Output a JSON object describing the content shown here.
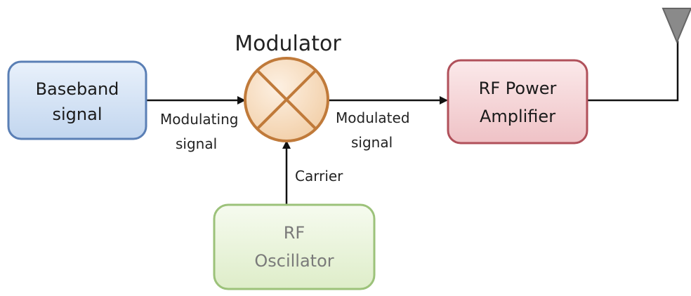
{
  "modulator": {
    "title": "Modulator"
  },
  "blocks": {
    "baseband": {
      "line1": "Baseband",
      "line2": "signal"
    },
    "rf_amplifier": {
      "line1": "RF Power",
      "line2": "Amplifier"
    },
    "rf_oscillator": {
      "line1": "RF",
      "line2": "Oscillator"
    }
  },
  "labels": {
    "modulating_line1": "Modulating",
    "modulating_line2": "signal",
    "modulated_line1": "Modulated",
    "modulated_line2": "signal",
    "carrier": "Carrier"
  },
  "colors": {
    "baseband_border": "#5a7fb5",
    "baseband_fill": "#cfe0f3",
    "mixer_border": "#c07a3a",
    "mixer_fill": "#f6dcc0",
    "amplifier_border": "#b0505a",
    "amplifier_fill": "#f5d3d6",
    "oscillator_border": "#9cc27a",
    "oscillator_fill": "#e6f2d6",
    "oscillator_text": "#7a7a7a",
    "antenna_fill": "#8a8a8a",
    "wire": "#111111"
  },
  "icons": {
    "mixer": "circle-with-x",
    "antenna": "inverted-triangle-antenna"
  }
}
